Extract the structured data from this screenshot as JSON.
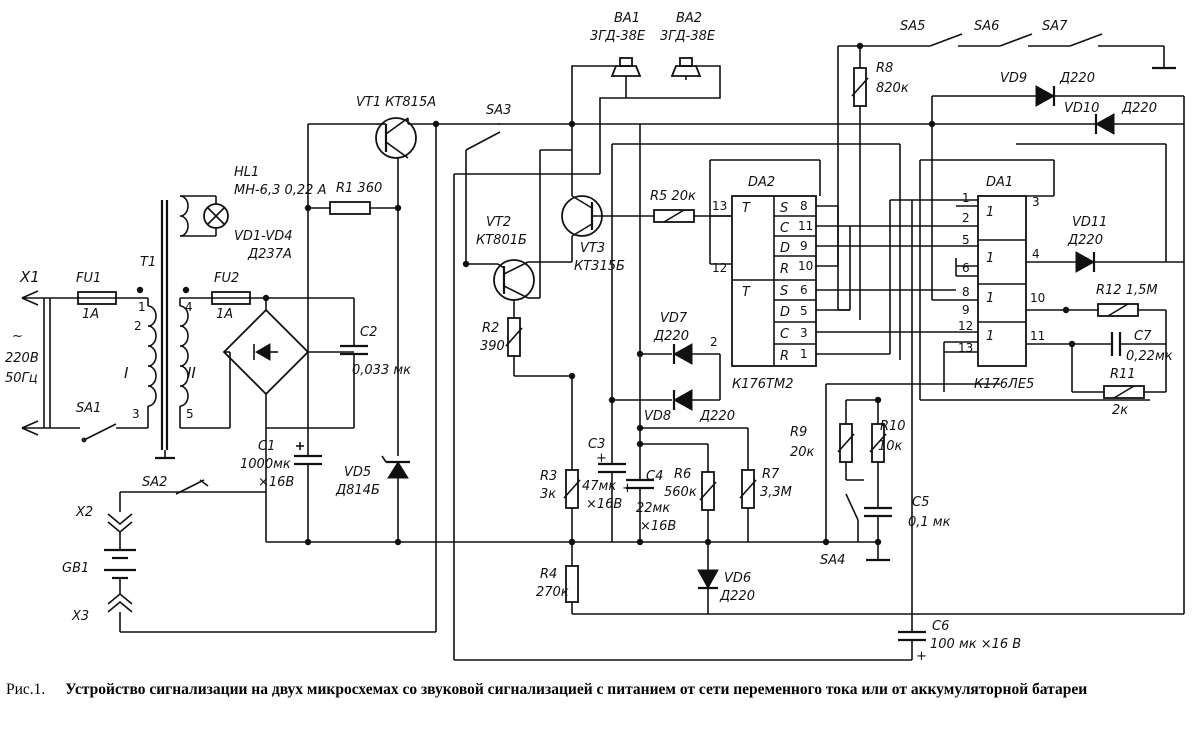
{
  "caption": {
    "number": "Рис.1.",
    "text": "Устройство сигнализации на двух микросхемах со звуковой сигнализацией с питанием от сети переменного тока или от аккумуляторной батареи"
  },
  "labels": {
    "X1": "X1",
    "FU1": "FU1",
    "FU1_val": "1A",
    "T1": "T1",
    "mains_tilde": "~",
    "mains_v": "220В",
    "mains_f": "50Гц",
    "SA1": "SA1",
    "winding_I": "I",
    "winding_II": "II",
    "p1": "1",
    "p2": "2",
    "p3": "3",
    "p4": "4",
    "p5": "5",
    "HL1": "HL1",
    "HL1_val": "МН-6,3 0,22 А",
    "VD1_VD4": "VD1-VD4",
    "VD1_VD4_val": "Д237А",
    "FU2": "FU2",
    "FU2_val": "1A",
    "R1": "R1 360",
    "VT1": "VT1  КТ815А",
    "C2": "C2",
    "C2_val": "0,033 мк",
    "C1": "C1",
    "C1_val1": "1000мк",
    "C1_val2": "×16В",
    "VD5": "VD5",
    "VD5_val": "Д814Б",
    "SA2": "SA2",
    "X2": "X2",
    "GB1": "GB1",
    "X3": "X3",
    "SA3": "SA3",
    "BA1": "BA1",
    "BA1_val": "3ГД-38Е",
    "BA2": "BA2",
    "BA2_val": "3ГД-38Е",
    "VT2": "VT2",
    "VT2_val": "КТ801Б",
    "VT3": "VT3",
    "VT3_val": "КТ315Б",
    "R2": "R2",
    "R2_val": "390",
    "R5": "R5 20к",
    "DA2": "DA2",
    "DA2_type": "К176ТМ2",
    "VD7": "VD7",
    "VD7_val": "Д220",
    "VD8": "VD8",
    "VD8_val": "Д220",
    "R3": "R3",
    "R3_val": "3к",
    "C3": "C3",
    "C3_val1": "47мк",
    "C3_val2": "×16В",
    "C4": "C4",
    "C4_val1": "22мк",
    "C4_val2": "×16В",
    "R6": "R6",
    "R6_val": "560к",
    "R7": "R7",
    "R7_val": "3,3М",
    "R4": "R4",
    "R4_val": "270к",
    "VD6": "VD6",
    "VD6_val": "Д220",
    "R8": "R8",
    "R8_val": "820к",
    "R9": "R9",
    "R9_val": "20к",
    "R10": "R10",
    "R10_val": "10к",
    "SA4": "SA4",
    "C5": "C5",
    "C5_val": "0,1 мк",
    "C6": "C6",
    "C6_val": "100 мк ×16 В",
    "SA5": "SA5",
    "SA6": "SA6",
    "SA7": "SA7",
    "VD9": "VD9",
    "VD9_val": "Д220",
    "VD10": "VD10",
    "VD10_val": "Д220",
    "DA1": "DA1",
    "DA1_type": "К176ЛЕ5",
    "VD11": "VD11",
    "VD11_val": "Д220",
    "R12": "R12 1,5М",
    "C7": "C7",
    "C7_val": "0,22мк",
    "R11": "R11",
    "R11_val": "2к",
    "plus": "+"
  },
  "da2": {
    "pins_left": [
      "13",
      "12"
    ],
    "pins_right": [
      "8",
      "11",
      "9",
      "10",
      "6",
      "5",
      "3",
      "1"
    ],
    "funcs": [
      "T",
      "S",
      "C",
      "D",
      "R",
      "T",
      "S",
      "D",
      "C",
      "R"
    ],
    "out2": "2"
  },
  "da1": {
    "pins": [
      "1",
      "2",
      "3",
      "5",
      "6",
      "4",
      "8",
      "9",
      "10",
      "12",
      "13",
      "11"
    ],
    "gate_marks": [
      "1",
      "1",
      "1",
      "1"
    ]
  }
}
